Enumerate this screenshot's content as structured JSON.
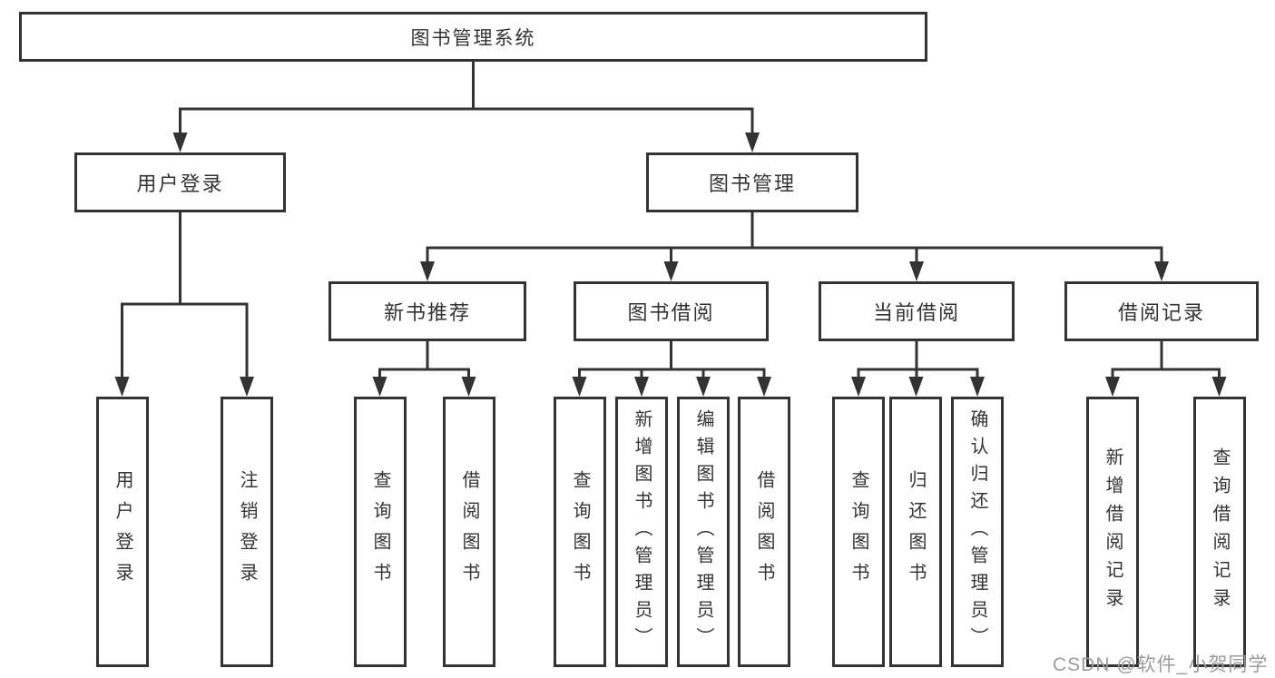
{
  "tree": {
    "label": "图书管理系统",
    "children": [
      {
        "label": "用户登录",
        "children": [
          {
            "label": "用户登录"
          },
          {
            "label": "注销登录"
          }
        ]
      },
      {
        "label": "图书管理",
        "children": [
          {
            "label": "新书推荐",
            "children": [
              {
                "label": "查询图书"
              },
              {
                "label": "借阅图书"
              }
            ]
          },
          {
            "label": "图书借阅",
            "children": [
              {
                "label": "查询图书"
              },
              {
                "label": "新增图书（管理员）"
              },
              {
                "label": "编辑图书（管理员）"
              },
              {
                "label": "借阅图书"
              }
            ]
          },
          {
            "label": "当前借阅",
            "children": [
              {
                "label": "查询图书"
              },
              {
                "label": "归还图书"
              },
              {
                "label": "确认归还（管理员）"
              }
            ]
          },
          {
            "label": "借阅记录",
            "children": [
              {
                "label": "新增借阅记录"
              },
              {
                "label": "查询借阅记录"
              }
            ]
          }
        ]
      }
    ]
  },
  "watermark": {
    "text": "CSDN @软件_小贺同学"
  },
  "colors": {
    "line": "#333333",
    "text": "#333333",
    "background": "#ffffff",
    "watermark": "#9c9c9c"
  }
}
